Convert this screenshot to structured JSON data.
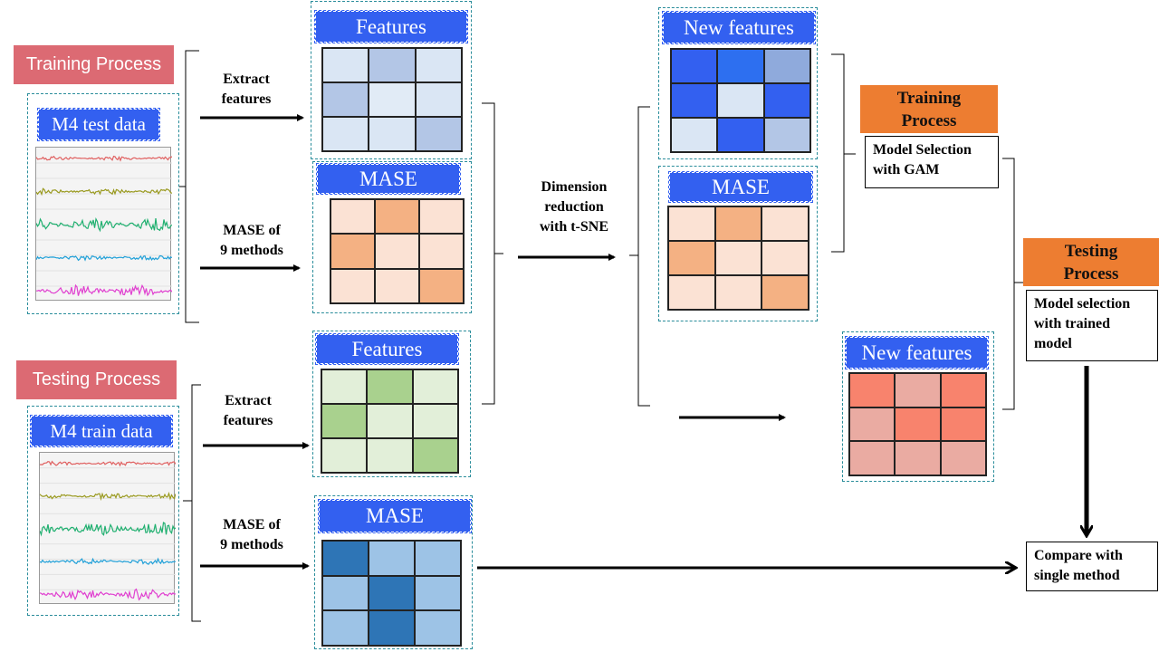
{
  "training_tag": "Training Process",
  "testing_tag": "Testing Process",
  "test_data_title": "M4 test data",
  "train_data_title": "M4 train data",
  "extract_features_top": [
    "Extract",
    "features"
  ],
  "mase_methods_top": [
    "MASE of",
    "9 methods"
  ],
  "extract_features_bottom": [
    "Extract",
    "features"
  ],
  "mase_methods_bottom": [
    "MASE of",
    "9 methods"
  ],
  "features_top": "Features",
  "mase_top": "MASE",
  "features_bottom": "Features",
  "mase_bottom": "MASE",
  "dimension_reduction": [
    "Dimension",
    "reduction",
    "with t-SNE"
  ],
  "new_features_top": "New features",
  "mase_mid": "MASE",
  "new_features_bottom": "New features",
  "training_process_orange": [
    "Training",
    "Process"
  ],
  "model_selection_gam": [
    "Model Selection",
    "with GAM"
  ],
  "testing_process_orange": [
    "Testing",
    "Process"
  ],
  "model_selection_trained": [
    "Model selection",
    "with trained",
    "model"
  ],
  "compare_single": [
    "Compare with",
    "single method"
  ],
  "colors": {
    "features_top": [
      "#dae6f4",
      "#b3c6e6",
      "#dae6f4",
      "#b3c6e6",
      "#e1ebf6",
      "#dae6f4",
      "#dae6f4",
      "#dae6f4",
      "#b3c6e6"
    ],
    "mase_top": [
      "#fbe2d4",
      "#f4b183",
      "#fbe2d4",
      "#f4b183",
      "#fbe2d4",
      "#fbe2d4",
      "#fbe2d4",
      "#fbe2d4",
      "#f4b183"
    ],
    "features_bottom": [
      "#e2efd9",
      "#a9d18e",
      "#e2efd9",
      "#a9d18e",
      "#e2efd9",
      "#e2efd9",
      "#e2efd9",
      "#e2efd9",
      "#a9d18e"
    ],
    "mase_bottom": [
      "#2e75b6",
      "#9dc3e6",
      "#9dc3e6",
      "#9dc3e6",
      "#2e75b6",
      "#9dc3e6",
      "#9dc3e6",
      "#2e75b6",
      "#9dc3e6"
    ],
    "new_features_top": [
      "#3360f0",
      "#2d6ff0",
      "#8faadc",
      "#3360f0",
      "#dae6f4",
      "#3360f0",
      "#dae6f4",
      "#3360f0",
      "#b3c6e6"
    ],
    "mase_mid": [
      "#fbe2d4",
      "#f4b183",
      "#fbe2d4",
      "#f4b183",
      "#fbe2d4",
      "#fbe2d4",
      "#fbe2d4",
      "#fbe2d4",
      "#f4b183"
    ],
    "new_features_bottom": [
      "#f8836d",
      "#eaaba2",
      "#f8836d",
      "#eaaba2",
      "#f8836d",
      "#f8836d",
      "#eaaba2",
      "#eaaba2",
      "#eaaba2"
    ],
    "series": [
      "#e06060",
      "#9a9a20",
      "#20b070",
      "#20a0d8",
      "#e040d0"
    ]
  }
}
